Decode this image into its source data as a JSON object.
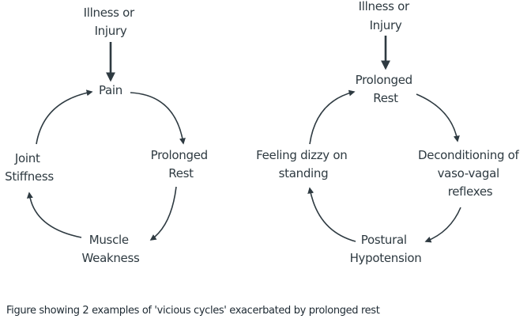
{
  "left_cycle": {
    "trigger": [
      "Illness or",
      "Injury"
    ],
    "nodes": {
      "top": [
        "Pain"
      ],
      "right": [
        "Prolonged",
        "Rest"
      ],
      "bottom": [
        "Muscle",
        "Weakness"
      ],
      "left": [
        "Joint",
        "Stiffness"
      ]
    }
  },
  "right_cycle": {
    "trigger": [
      "Illness or",
      "Injury"
    ],
    "nodes": {
      "top": [
        "Prolonged",
        "Rest"
      ],
      "right": [
        "Deconditioning of",
        "vaso-vagal",
        "reflexes"
      ],
      "bottom": [
        "Postural",
        "Hypotension"
      ],
      "left": [
        "Feeling dizzy on",
        "standing"
      ]
    }
  },
  "caption": "Figure showing 2 examples of 'vicious cycles' exacerbated by prolonged rest",
  "colors": {
    "text": "#2e3a41",
    "arrow": "#2e3a41",
    "background": "#ffffff"
  }
}
